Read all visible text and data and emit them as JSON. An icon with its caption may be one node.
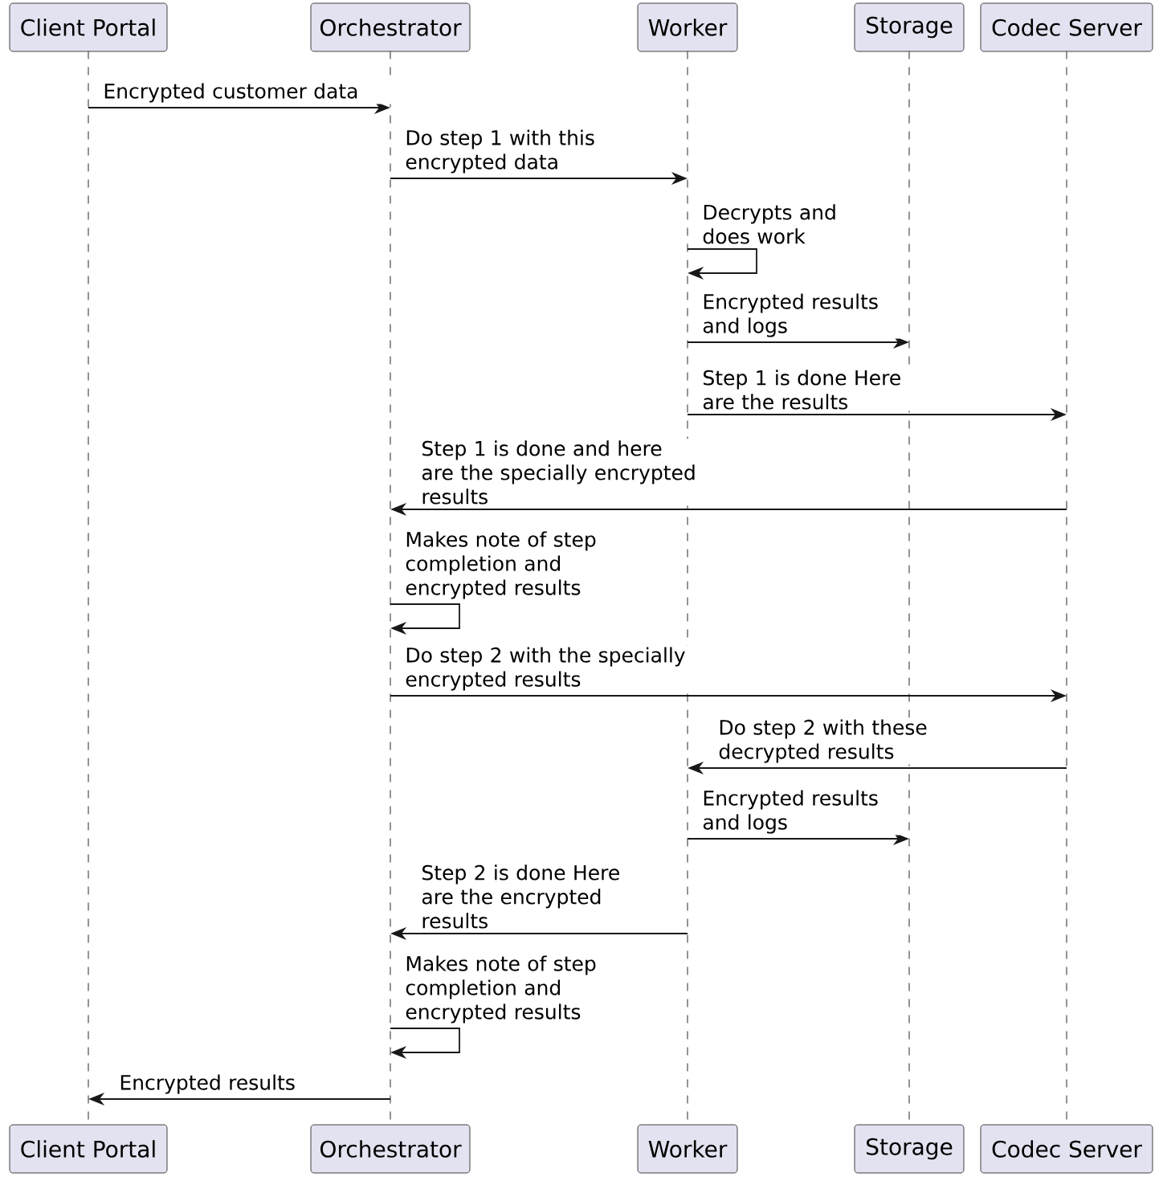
{
  "diagram": {
    "nodes": [
      {
        "text": [
          "Client Portal"
        ]
      },
      {
        "text": [
          "Orchestrator"
        ]
      },
      {
        "text": [
          "Worker"
        ]
      },
      {
        "text": [
          "Storage"
        ]
      },
      {
        "text": [
          "Codec Server"
        ]
      },
      {
        "text": [],
        "shape": "line"
      },
      {
        "text": [],
        "shape": "line"
      },
      {
        "text": [],
        "shape": "line"
      },
      {
        "text": [],
        "shape": "line"
      },
      {
        "text": [],
        "shape": "line"
      },
      {
        "text": [
          "Client Portal"
        ]
      },
      {
        "text": [
          "Orchestrator"
        ]
      },
      {
        "text": [
          "Worker"
        ]
      },
      {
        "text": [
          "Storage"
        ]
      },
      {
        "text": [
          "Codec Server"
        ]
      }
    ],
    "edges": [
      {
        "from": 5,
        "to": 6,
        "arrow": "to",
        "label": "Encrypted customer data"
      },
      {
        "from": 6,
        "to": 7,
        "arrow": "to",
        "label": "Do step 1 with this encrypted data"
      },
      {
        "from": 7,
        "to": 7,
        "arrow": "to",
        "label": "Decrypts and does work"
      },
      {
        "from": 7,
        "to": 8,
        "arrow": "to",
        "label": "Encrypted results and logs"
      },
      {
        "from": 7,
        "to": 9,
        "arrow": "to",
        "label": "Step 1 is done Here are the results"
      },
      {
        "from": 9,
        "to": 6,
        "arrow": "to",
        "label": "Step 1 is done and here are the specially encrypted results"
      },
      {
        "from": 6,
        "to": 6,
        "arrow": "to",
        "label": "Makes note of step completion and encrypted results"
      },
      {
        "from": 6,
        "to": 9,
        "arrow": "to",
        "label": "Do step 2 with the specially encrypted results"
      },
      {
        "from": 9,
        "to": 7,
        "arrow": "to",
        "label": "Do step 2 with these decrypted results"
      },
      {
        "from": 7,
        "to": 8,
        "arrow": "to",
        "label": "Encrypted results and logs"
      },
      {
        "from": 7,
        "to": 6,
        "arrow": "to",
        "label": "Step 2 is done Here are the encrypted results"
      },
      {
        "from": 6,
        "to": 6,
        "arrow": "to",
        "label": "Makes note of step completion and encrypted results"
      },
      {
        "from": 6,
        "to": 5,
        "arrow": "to",
        "label": "Encrypted results"
      }
    ]
  }
}
